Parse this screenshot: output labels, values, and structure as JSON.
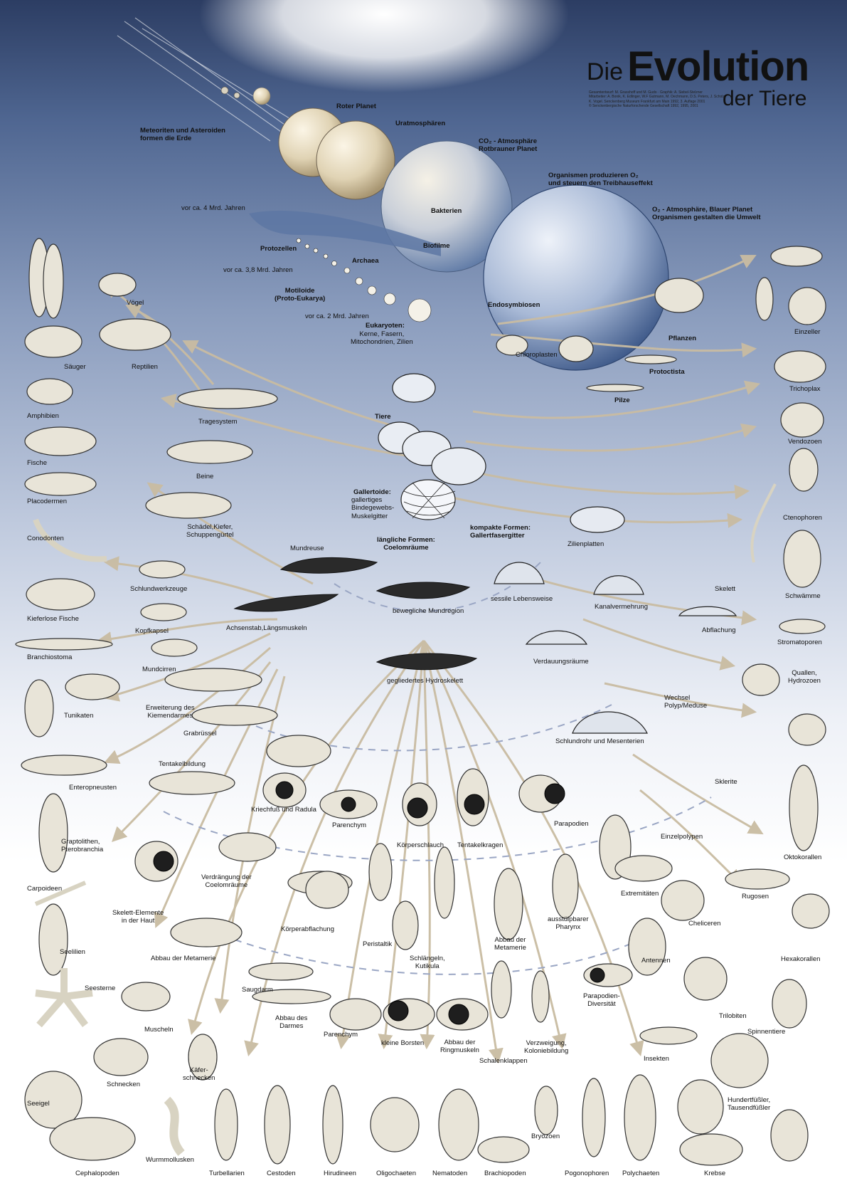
{
  "title": {
    "die": "Die",
    "evolution": "Evolution",
    "der_tiere": "der Tiere"
  },
  "credits": [
    "Gesamtentwurf: M. Grasshoff und M. Gudo · Graphik: A. Siebel-Stelzner",
    "Mitarbeiter: A. Bonik, K. Edlinger, W.F Gutmann, M. Oechmann, D.S. Peters, J. Scholz,",
    "K. Vogel. Senckenberg Museum Frankfurt am Main 1992, 3. Auflage 2001",
    "© Senckenbergische Naturforschende Gesellschaft 1992, 1995, 2001"
  ],
  "planet_stages": {
    "meteoriten": "Meteoriten und Asteroiden\nformen die Erde",
    "roter_planet": "Roter Planet",
    "uratmosphaeren": "Uratmosphären",
    "co2": "CO₂ - Atmosphäre\nRotbrauner Planet",
    "organismen_o2": "Organismen produzieren O₂\nund steuern den Treibhauseffekt",
    "o2_blau": "O₂ - Atmosphäre, Blauer Planet\nOrganismen gestalten die Umwelt"
  },
  "timeline": {
    "mrd4": "vor ca. 4 Mrd. Jahren",
    "mrd38": "vor ca. 3,8 Mrd. Jahren",
    "mrd2": "vor ca. 2 Mrd. Jahren"
  },
  "early_life": {
    "protozellen": "Protozellen",
    "archaea": "Archaea",
    "bakterien": "Bakterien",
    "biofilme": "Biofilme",
    "motiloide": "Motiloide\n(Proto-Eukarya)",
    "eukaryoten": "Eukaryoten:",
    "eukaryoten_desc": "Kerne, Fasern,\nMitochondrien, Zilien",
    "endosymbiosen": "Endosymbiosen",
    "chloroplasten": "Chloroplasten",
    "pflanzen": "Pflanzen",
    "protoctista": "Protoctista",
    "pilze": "Pilze",
    "tiere": "Tiere"
  },
  "left_column": {
    "voegel": "Vögel",
    "saeuger": "Säuger",
    "reptilien": "Reptilien",
    "amphibien": "Amphibien",
    "fische": "Fische",
    "placodermen": "Placodermen",
    "conodonten": "Conodonten",
    "kieferlose": "Kieferlose Fische",
    "branchiostoma": "Branchiostoma",
    "tunikaten": "Tunikaten",
    "enteropneusten": "Enteropneusten",
    "graptolithen": "Graptolithen,\nPterobranchia",
    "carpoideen": "Carpoideen",
    "seelilien": "Seelilien",
    "seesterne": "Seesterne",
    "muscheln": "Muscheln",
    "schnecken": "Schnecken",
    "kaeferschnecken": "Käfer-\nschnecken",
    "seeigel": "Seeigel",
    "cephalopoden": "Cephalopoden",
    "wurmmollusken": "Wurmmollusken"
  },
  "chordate_branch": {
    "tragesystem": "Tragesystem",
    "beine": "Beine",
    "schaedel": "Schädel,Kiefer,\nSchuppengürtel",
    "schlundwerkzeuge": "Schlundwerkzeuge",
    "kopfkapsel": "Kopfkapsel",
    "mundcirren": "Mundcirren",
    "kiemendarm": "Erweiterung des\nKiemendarmes",
    "grabruessel": "Grabrüssel",
    "tentakelbildung": "Tentakelbildung",
    "skelett_haut": "Skelett-Elemente\nin der Haut",
    "abbau_metamerie": "Abbau der Metamerie",
    "achsenstab": "Achsenstab,Längsmuskeln",
    "mundreuse": "Mundreuse"
  },
  "center": {
    "gallertoide": "Gallertoide:",
    "gallertoide_desc": "gallertiges\nBindegewebs-\nMuskelgitter",
    "laengliche": "längliche Formen:\nCoelomräume",
    "kompakte": "kompakte Formen:\nGallertfasergitter",
    "bewegliche": "bewegliche Mundregion",
    "sessile": "sessile Lebensweise",
    "hydroskelett": "gegliedertes Hydroskelett",
    "zilienplatten": "Zilienplatten",
    "kanalvermehrung": "Kanalvermehrung",
    "skelett": "Skelett",
    "abflachung": "Abflachung",
    "verdauungsraeume": "Verdauungsräume",
    "wechsel": "Wechsel\nPolyp/Meduse",
    "schlundrohr": "Schlundrohr und Mesenterien",
    "sklerite": "Sklerite",
    "einzelpolypen": "Einzelpolypen"
  },
  "worm_branch": {
    "kriechfuss": "Kriechfuß und Radula",
    "parenchym1": "Parenchym",
    "koerperschlauch": "Körperschlauch",
    "tentakelkragen": "Tentakelkragen",
    "parapodien": "Parapodien",
    "verdraengung": "Verdrängung der\nCoelomräume",
    "koerperabflachung": "Körperabflachung",
    "peristaltik": "Peristaltik",
    "schlaengeln": "Schlängeln,\nKutikula",
    "metamerie2": "Abbau der\nMetamerie",
    "pharynx": "ausstülpbarer\nPharynx",
    "extremitaeten": "Extremitäten",
    "cheliceren": "Cheliceren",
    "antennen": "Antennen",
    "parapodien_div": "Parapodien-\nDiversität",
    "saugdarm": "Saugdarm",
    "abbau_darmes": "Abbau des\nDarmes",
    "parenchym2": "Parenchym",
    "borsten": "kleine Borsten",
    "ringmuskeln": "Abbau der\nRingmuskeln",
    "schalenklappen": "Schalenklappen",
    "verzweigung": "Verzweigung,\nKoloniebildung"
  },
  "right_column": {
    "einzeller": "Einzeller",
    "trichoplax": "Trichoplax",
    "vendozoen": "Vendozoen",
    "ctenophoren": "Ctenophoren",
    "schwaemme": "Schwämme",
    "stromatoporen": "Stromatoporen",
    "quallen": "Quallen,\nHydrozoen",
    "oktokorallen": "Oktokorallen",
    "rugosen": "Rugosen",
    "hexakorallen": "Hexakorallen",
    "trilobiten": "Trilobiten",
    "spinnentiere": "Spinnentiere",
    "insekten": "Insekten",
    "hundertfuessler": "Hundertfüßler,\nTausendfüßler",
    "krebse": "Krebse"
  },
  "bottom_row": {
    "turbellarien": "Turbellarien",
    "cestoden": "Cestoden",
    "hirudineen": "Hirudineen",
    "oligochaeten": "Oligochaeten",
    "nematoden": "Nematoden",
    "brachiopoden": "Brachiopoden",
    "bryozoen": "Bryozoen",
    "pogonophoren": "Pogonophoren",
    "polychaeten": "Polychaeten"
  },
  "colors": {
    "sky_top": "#2c3d63",
    "sky_mid": "#8a9cbd",
    "arrow": "#c9bca2",
    "dashed": "#9aa6c4",
    "planet_beige": "#e3d8bf",
    "planet_blue": "#9fb2d2"
  }
}
